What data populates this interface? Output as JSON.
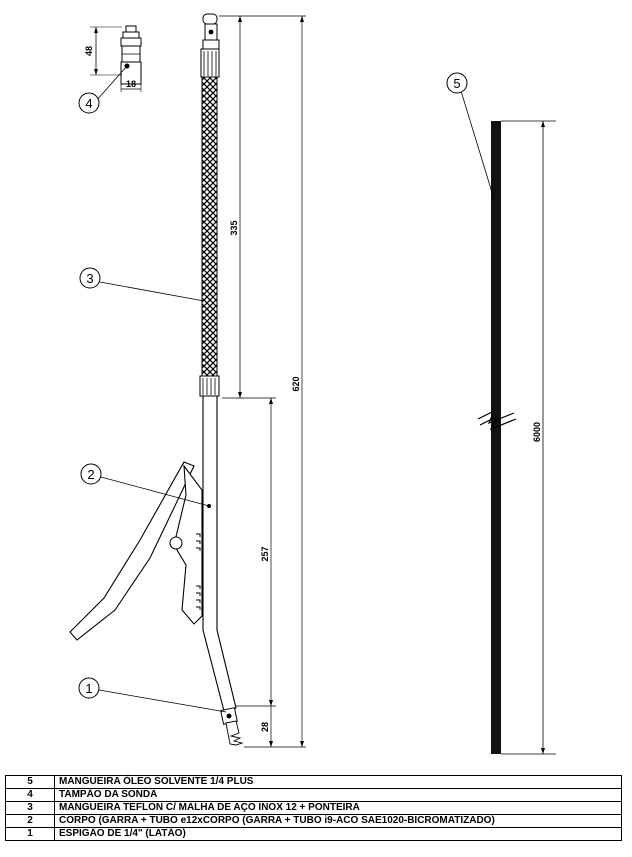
{
  "callouts": {
    "c1": "1",
    "c2": "2",
    "c3": "3",
    "c4": "4",
    "c5": "5"
  },
  "dimensions": {
    "total_length": "620",
    "hose_length": "335",
    "body_length": "257",
    "fitting_length": "28",
    "cap_height": "48",
    "cap_width": "18",
    "oil_hose_length": "6000"
  },
  "parts": [
    {
      "num": "5",
      "desc": "MANGUEIRA ÓLEO SOLVENTE 1/4 PLUS"
    },
    {
      "num": "4",
      "desc": "TAMPÃO DA SONDA"
    },
    {
      "num": "3",
      "desc": "MANGUEIRA TEFLON C/ MALHA DE AÇO INOX 12 + PONTEIRA"
    },
    {
      "num": "2",
      "desc": "CORPO (GARRA + TUBO e12xCORPO (GARRA + TUBO i9-ACO SAE1020-BICROMATIZADO)"
    },
    {
      "num": "1",
      "desc": "ESPIGÃO DE 1/4\" (LATÃO)"
    }
  ]
}
